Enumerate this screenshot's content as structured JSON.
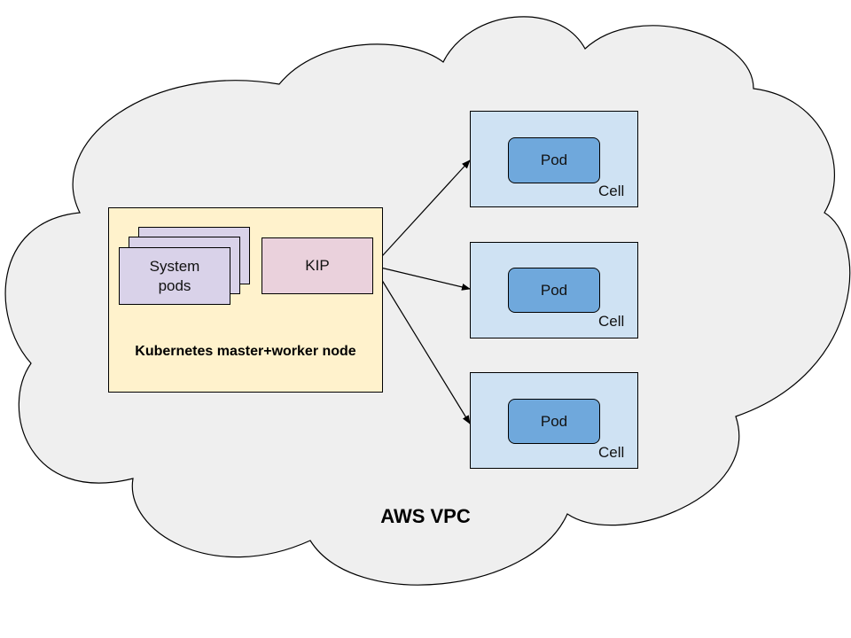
{
  "diagram": {
    "vpc_label": "AWS VPC",
    "node": {
      "label": "Kubernetes master+worker node",
      "system_pods_label": "System pods",
      "kip_label": "KIP"
    },
    "cells": [
      {
        "pod_label": "Pod",
        "cell_label": "Cell"
      },
      {
        "pod_label": "Pod",
        "cell_label": "Cell"
      },
      {
        "pod_label": "Pod",
        "cell_label": "Cell"
      }
    ]
  },
  "colors": {
    "cloud_fill": "#efefef",
    "node_fill": "#fff2cc",
    "system_pods_fill": "#d9d2e9",
    "kip_fill": "#ead1dc",
    "cell_fill": "#cfe2f3",
    "pod_fill": "#6fa8dc"
  }
}
